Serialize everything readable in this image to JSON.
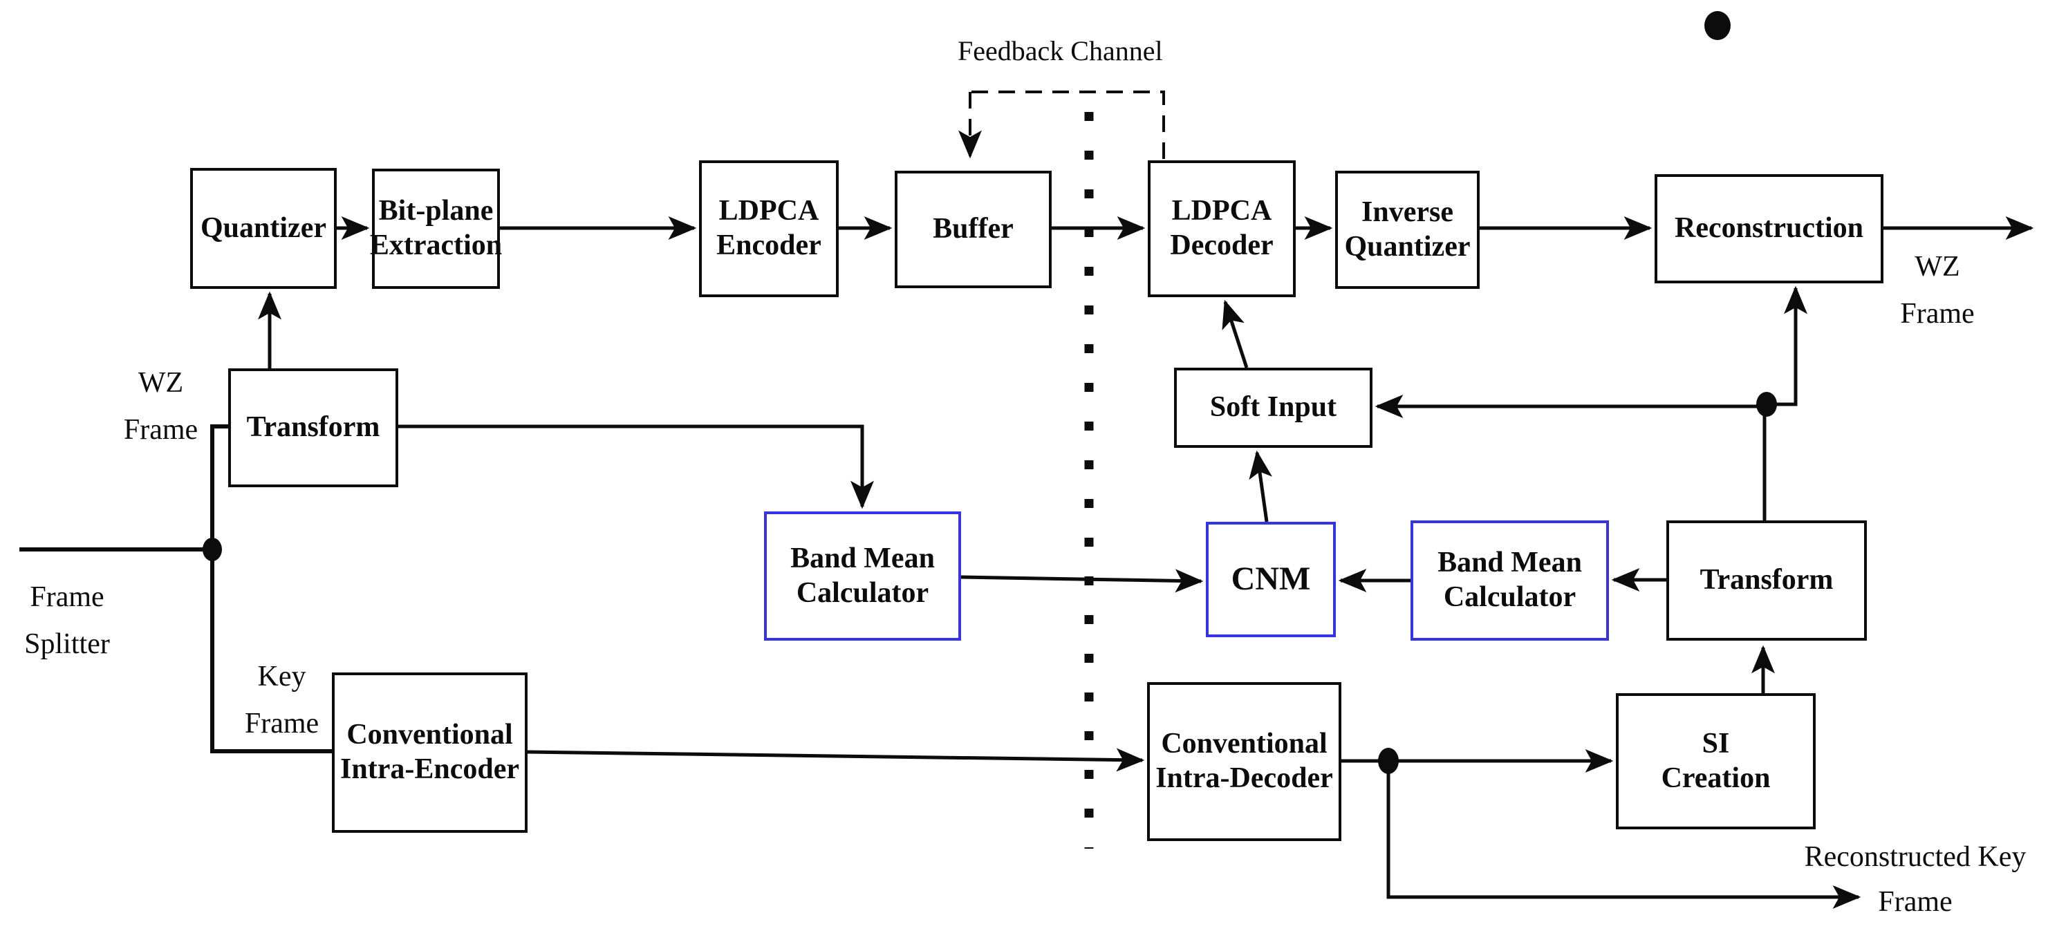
{
  "diagram_title": "Transform-domain Wyner-Ziv video codec block diagram",
  "colors": {
    "accent_blue": "#3533e8",
    "line_black": "#0c0c0c",
    "background": "#ffffff"
  },
  "nodes": {
    "quantizer": {
      "label": "Quantizer"
    },
    "bitplane_extraction": {
      "lines": [
        "Bit-plane",
        "Extraction"
      ]
    },
    "ldpca_encoder": {
      "lines": [
        "LDPCA",
        "Encoder"
      ]
    },
    "buffer": {
      "label": "Buffer"
    },
    "ldpca_decoder": {
      "lines": [
        "LDPCA",
        "Decoder"
      ]
    },
    "inverse_quantizer": {
      "lines": [
        "Inverse",
        "Quantizer"
      ]
    },
    "reconstruction": {
      "label": "Reconstruction"
    },
    "transform_wz": {
      "label": "Transform"
    },
    "soft_input": {
      "label": "Soft Input"
    },
    "band_mean_calculator_encoder": {
      "lines": [
        "Band Mean",
        "Calculator"
      ]
    },
    "cnm": {
      "label": "CNM"
    },
    "band_mean_calculator_decoder": {
      "lines": [
        "Band Mean",
        "Calculator"
      ]
    },
    "transform_si": {
      "label": "Transform"
    },
    "conventional_intra_encoder": {
      "lines": [
        "Conventional",
        "Intra-Encoder"
      ]
    },
    "conventional_intra_decoder": {
      "lines": [
        "Conventional",
        "Intra-Decoder"
      ]
    },
    "si_creation": {
      "lines": [
        "SI",
        "Creation"
      ]
    }
  },
  "labels": {
    "feedback_channel": "Feedback Channel",
    "wz_frame_input": [
      "WZ",
      "Frame"
    ],
    "frame_splitter": [
      "Frame",
      "Splitter"
    ],
    "key_frame": [
      "Key",
      "Frame"
    ],
    "wz_frame_output": [
      "WZ",
      "Frame"
    ],
    "reconstructed_key_frame": [
      "Reconstructed Key",
      "Frame"
    ]
  }
}
